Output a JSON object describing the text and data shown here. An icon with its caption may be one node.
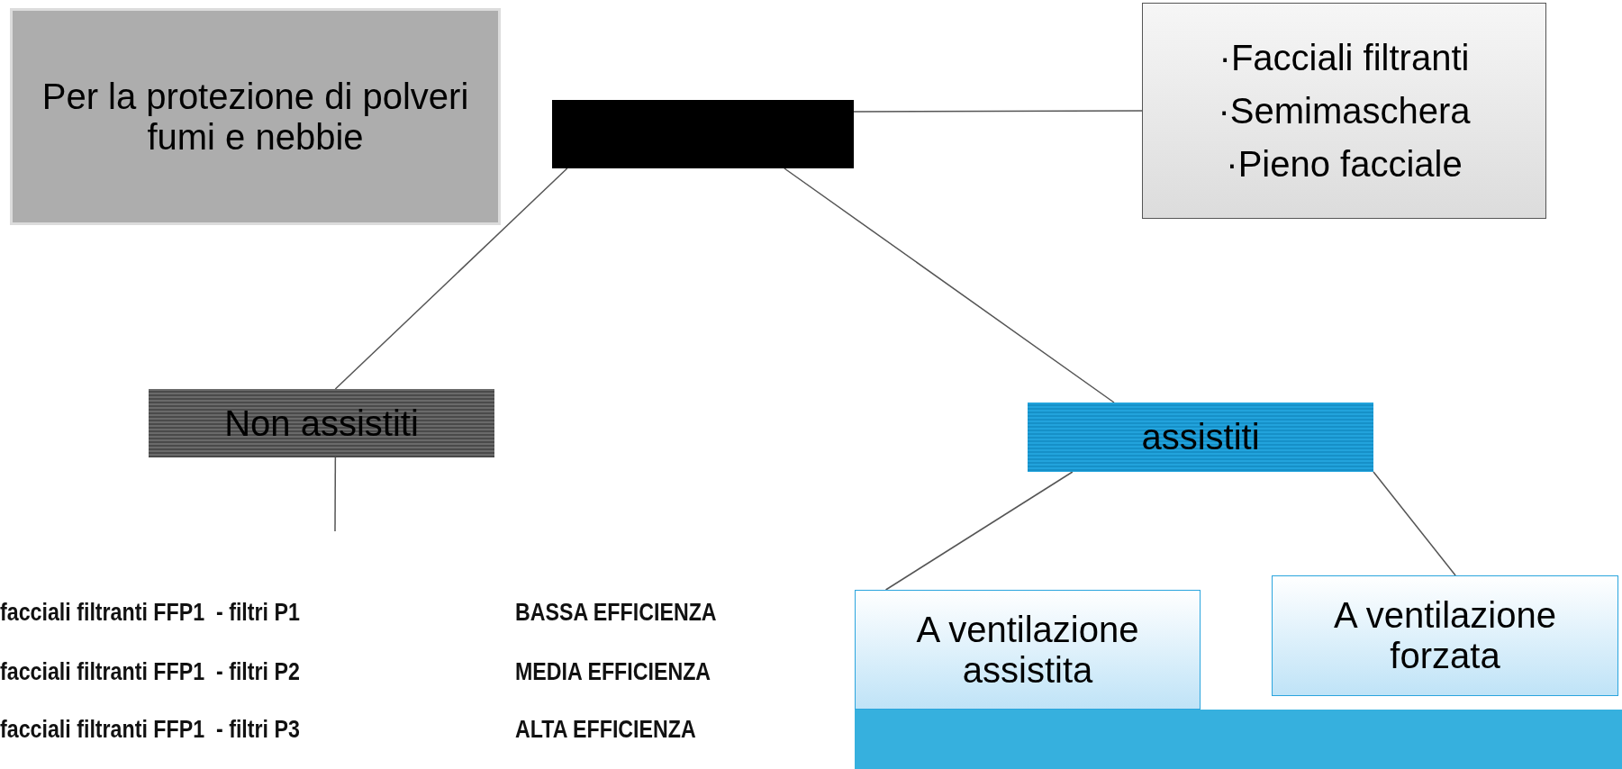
{
  "diagram": {
    "nodes": [
      {
        "text": [
          "Per la protezione di polveri fumi e nebbie"
        ]
      },
      {
        "text": [],
        "shape": "box"
      },
      {
        "text": [
          "·Facciali filtranti",
          "·Semimaschera",
          "·Pieno facciale"
        ]
      },
      {
        "text": [
          "Non assistiti"
        ]
      },
      {
        "text": [
          "assistiti"
        ]
      },
      {
        "text": [
          "A ventilazione assistita"
        ]
      },
      {
        "text": [
          "A ventilazione forzata"
        ]
      }
    ],
    "edges": [
      {
        "from": 1,
        "to": 2,
        "arrow": "none"
      },
      {
        "from": 1,
        "to": 3,
        "arrow": "none"
      },
      {
        "from": 1,
        "to": 4,
        "arrow": "none"
      },
      {
        "from": 3,
        "to": null,
        "arrow": "none"
      },
      {
        "from": 4,
        "to": 5,
        "arrow": "none"
      },
      {
        "from": 4,
        "to": 6,
        "arrow": "none"
      }
    ],
    "labels": [
      "facciali filtranti FFP1  - filtri P1",
      "BASSA EFFICIENZA",
      "facciali filtranti FFP1  - filtri P2",
      "MEDIA EFFICIENZA",
      "facciali filtranti FFP1  - filtri P3",
      "ALTA EFFICIENZA"
    ]
  }
}
